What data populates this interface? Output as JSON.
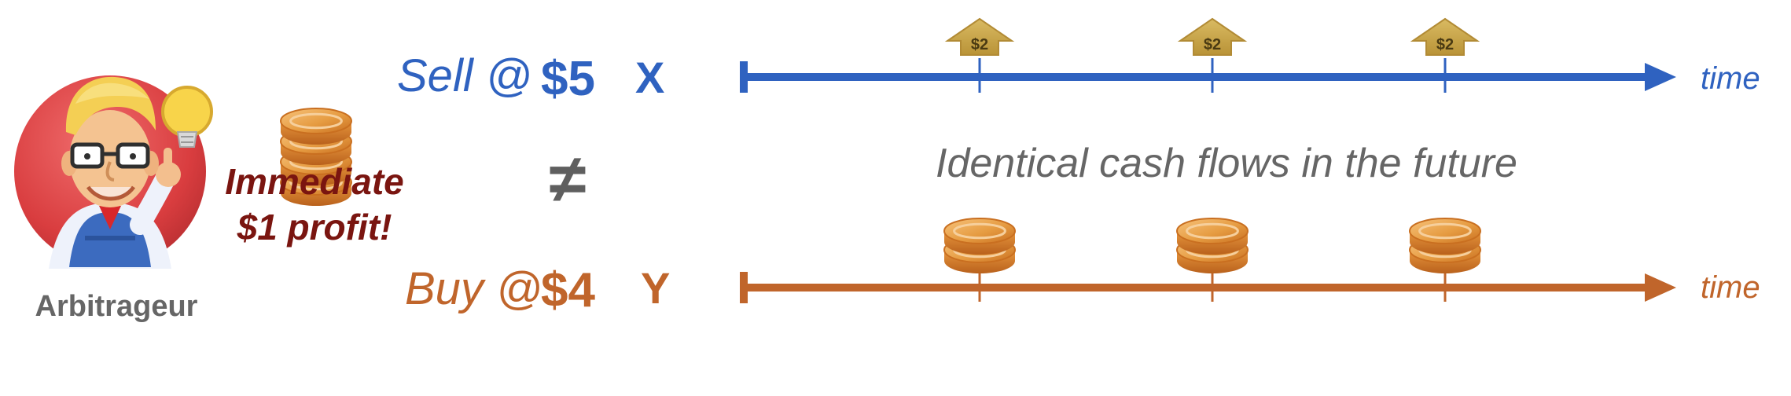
{
  "character": {
    "label": "Arbitrageur",
    "icon": "arbitrageur-avatar-icon"
  },
  "profit": {
    "line1": "Immediate",
    "line2": "$1 profit!",
    "icon": "coin-stack-icon"
  },
  "not_equal_symbol": "≠",
  "top_row": {
    "action": "Sell @",
    "price": "$5",
    "asset": "X",
    "axis_label": "time",
    "cash_flow_label": "$2",
    "color": "#2f62c0",
    "icon": "upward-arrow-icon"
  },
  "middle_text": "Identical cash flows in the future",
  "bottom_row": {
    "action": "Buy @",
    "price": "$4",
    "asset": "Y",
    "axis_label": "time",
    "color": "#c0652b",
    "icon": "coin-stack-icon"
  },
  "colors": {
    "profit_text": "#7a1510",
    "arrow_gold": "#c9a74b",
    "coin_gold": "#e7a14a",
    "gray_text": "#666666"
  }
}
